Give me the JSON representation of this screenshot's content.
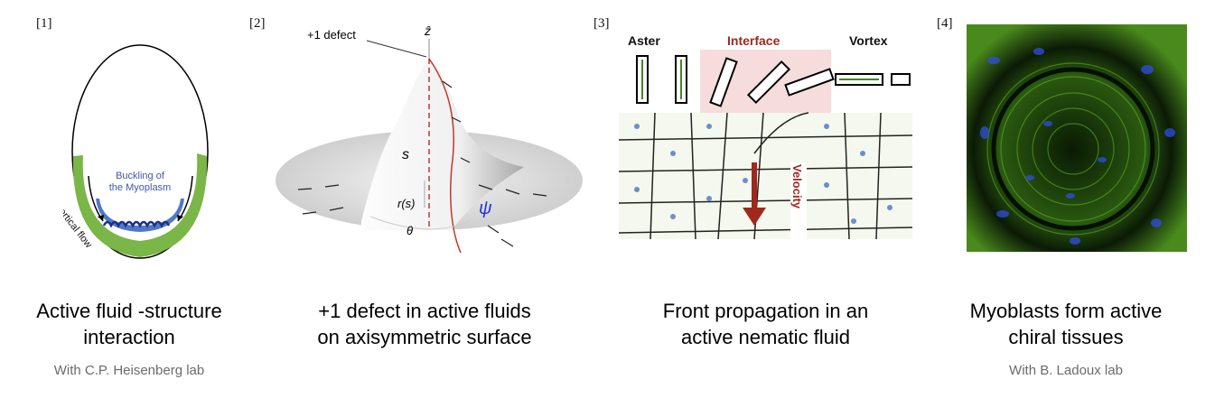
{
  "panels": [
    {
      "ref": "[1]",
      "title_line1": "Active fluid -structure",
      "title_line2": "interaction",
      "subtitle": "With C.P. Heisenberg lab",
      "figure_labels": {
        "buckling_line1": "Buckling of",
        "buckling_line2": "the Myoplasm",
        "flow": "Cortical flow"
      }
    },
    {
      "ref": "[2]",
      "title_line1": "+1 defect in active fluids",
      "title_line2": "on axisymmetric surface",
      "figure_labels": {
        "defect": "+1 defect",
        "zhat": "ẑ",
        "s": "s",
        "r": "r(s)",
        "theta": "θ",
        "psi": "ψ"
      }
    },
    {
      "ref": "[3]",
      "title_line1": "Front propagation in an",
      "title_line2": "active nematic fluid",
      "figure_labels": {
        "aster": "Aster",
        "interface": "Interface",
        "vortex": "Vortex",
        "velocity": "Velocity"
      }
    },
    {
      "ref": "[4]",
      "title_line1": "Myoblasts form active",
      "title_line2": "chiral tissues",
      "subtitle": "With B. Ladoux lab"
    }
  ],
  "colors": {
    "green": "#7ab648",
    "blue": "#4f79c8",
    "red": "#a0281c",
    "pink": "#f6dcdc"
  }
}
